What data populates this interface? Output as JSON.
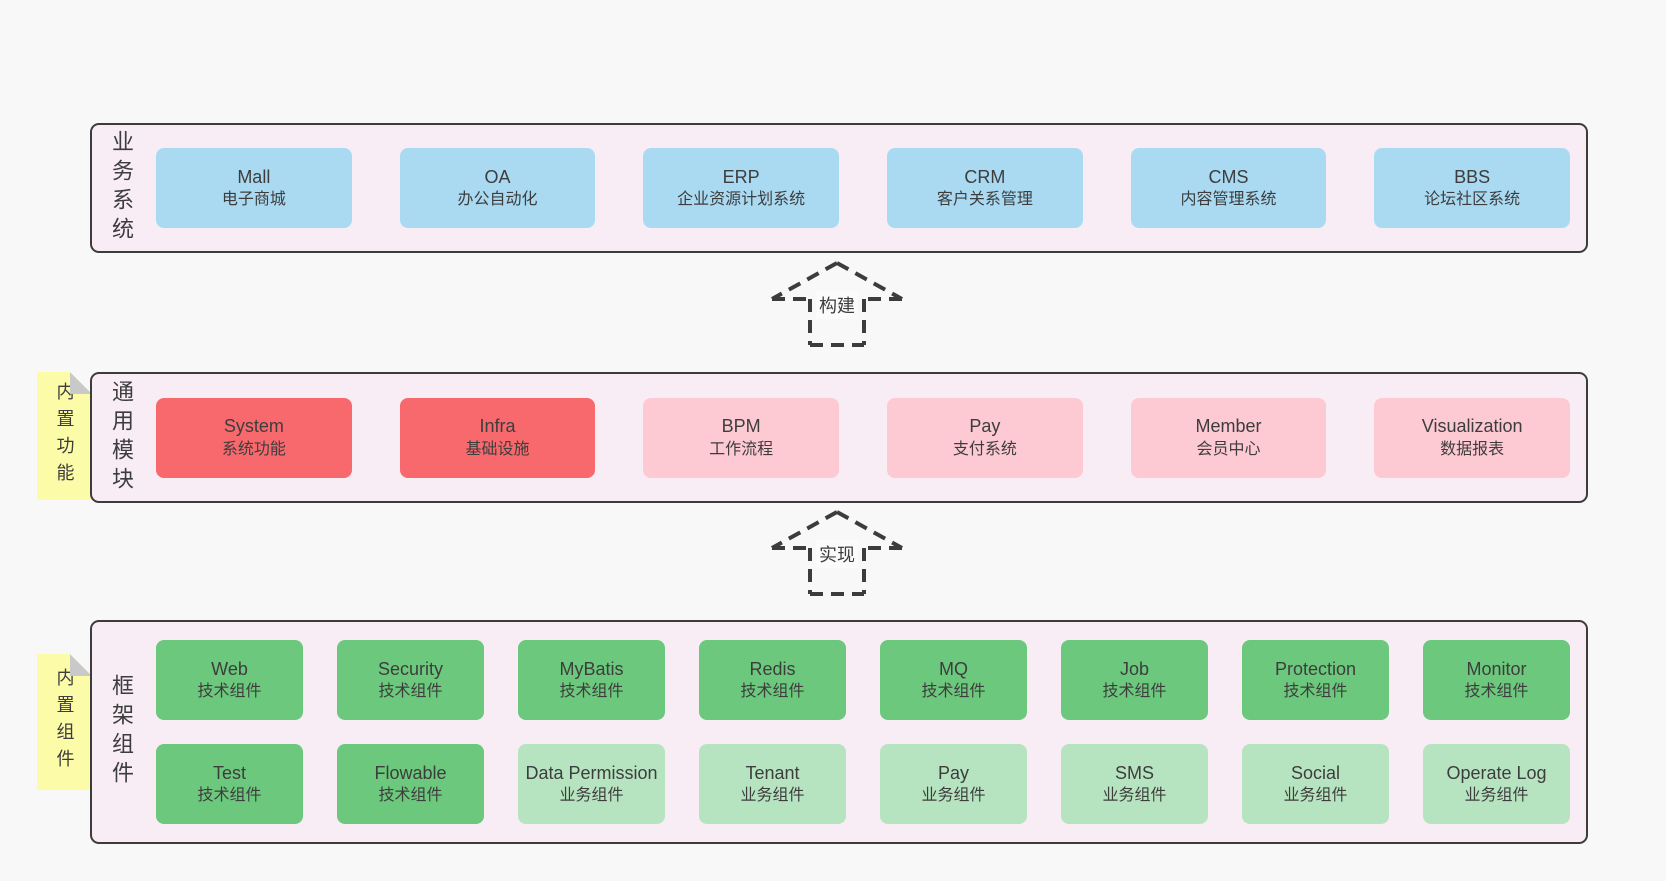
{
  "palette": {
    "blue": "#aadaf2",
    "red": "#f7696d",
    "pink": "#fdc9d3",
    "green": "#6cc87c",
    "lgreen": "#b7e4c0",
    "section_bg": "#f8ecf5",
    "page_bg": "#f8f8f8",
    "border": "#3c3c3c",
    "sticky_yellow": "#fbfba8",
    "sticky_fold": "#c9c9c9",
    "text": "#3d3d3d"
  },
  "arrows": [
    {
      "label": "构建"
    },
    {
      "label": "实现"
    }
  ],
  "sections": [
    {
      "side_label": "业务系统",
      "rows": [
        [
          {
            "name": "Mall",
            "sub": "电子商城",
            "type": "blue"
          },
          {
            "name": "OA",
            "sub": "办公自动化",
            "type": "blue"
          },
          {
            "name": "ERP",
            "sub": "企业资源计划系统",
            "type": "blue"
          },
          {
            "name": "CRM",
            "sub": "客户关系管理",
            "type": "blue"
          },
          {
            "name": "CMS",
            "sub": "内容管理系统",
            "type": "blue"
          },
          {
            "name": "BBS",
            "sub": "论坛社区系统",
            "type": "blue"
          }
        ]
      ]
    },
    {
      "side_label": "通用模块",
      "sticky": "内置功能",
      "rows": [
        [
          {
            "name": "System",
            "sub": "系统功能",
            "type": "red"
          },
          {
            "name": "Infra",
            "sub": "基础设施",
            "type": "red"
          },
          {
            "name": "BPM",
            "sub": "工作流程",
            "type": "pink"
          },
          {
            "name": "Pay",
            "sub": "支付系统",
            "type": "pink"
          },
          {
            "name": "Member",
            "sub": "会员中心",
            "type": "pink"
          },
          {
            "name": "Visualization",
            "sub": "数据报表",
            "type": "pink"
          }
        ]
      ]
    },
    {
      "side_label": "框架组件",
      "sticky": "内置组件",
      "rows": [
        [
          {
            "name": "Web",
            "sub": "技术组件",
            "type": "green"
          },
          {
            "name": "Security",
            "sub": "技术组件",
            "type": "green"
          },
          {
            "name": "MyBatis",
            "sub": "技术组件",
            "type": "green"
          },
          {
            "name": "Redis",
            "sub": "技术组件",
            "type": "green"
          },
          {
            "name": "MQ",
            "sub": "技术组件",
            "type": "green"
          },
          {
            "name": "Job",
            "sub": "技术组件",
            "type": "green"
          },
          {
            "name": "Protection",
            "sub": "技术组件",
            "type": "green"
          },
          {
            "name": "Monitor",
            "sub": "技术组件",
            "type": "green"
          }
        ],
        [
          {
            "name": "Test",
            "sub": "技术组件",
            "type": "green"
          },
          {
            "name": "Flowable",
            "sub": "技术组件",
            "type": "green"
          },
          {
            "name": "Data Permission",
            "sub": "业务组件",
            "type": "lgreen"
          },
          {
            "name": "Tenant",
            "sub": "业务组件",
            "type": "lgreen"
          },
          {
            "name": "Pay",
            "sub": "业务组件",
            "type": "lgreen"
          },
          {
            "name": "SMS",
            "sub": "业务组件",
            "type": "lgreen"
          },
          {
            "name": "Social",
            "sub": "业务组件",
            "type": "lgreen"
          },
          {
            "name": "Operate Log",
            "sub": "业务组件",
            "type": "lgreen"
          }
        ]
      ]
    }
  ]
}
